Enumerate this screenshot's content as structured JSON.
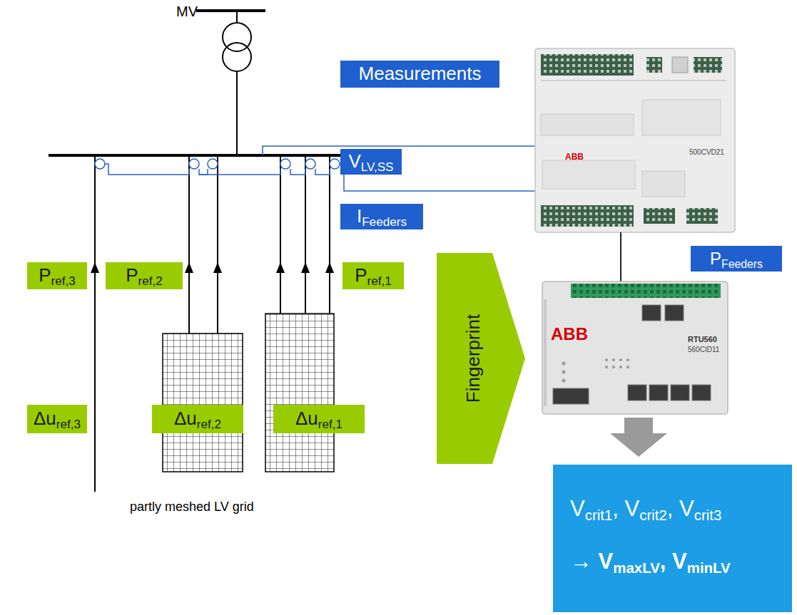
{
  "diagram": {
    "nodes": [
      {
        "text": [
          "Measurements"
        ]
      },
      {
        "text": [
          "VLV,SS"
        ]
      },
      {
        "text": [
          "IFeeders"
        ]
      },
      {
        "text": [
          "Pref,3"
        ]
      },
      {
        "text": [
          "Pref,2"
        ]
      },
      {
        "text": [
          "Pref,1"
        ]
      },
      {
        "text": [
          "Δuref,3"
        ]
      },
      {
        "text": [
          "Δuref,2"
        ]
      },
      {
        "text": [
          "Δuref,1"
        ]
      },
      {
        "text": [
          "Fingerprint"
        ]
      },
      {
        "text": [
          "PFeeders"
        ]
      },
      {
        "text": [
          "Vcrit1, Vcrit2, Vcrit3",
          "→ VmaxLV, VminLV"
        ]
      }
    ],
    "labels": [
      "MV",
      "ABB",
      "500CVD21",
      "ABB",
      "RTU560",
      "560CID11",
      "partly meshed LV grid"
    ]
  }
}
